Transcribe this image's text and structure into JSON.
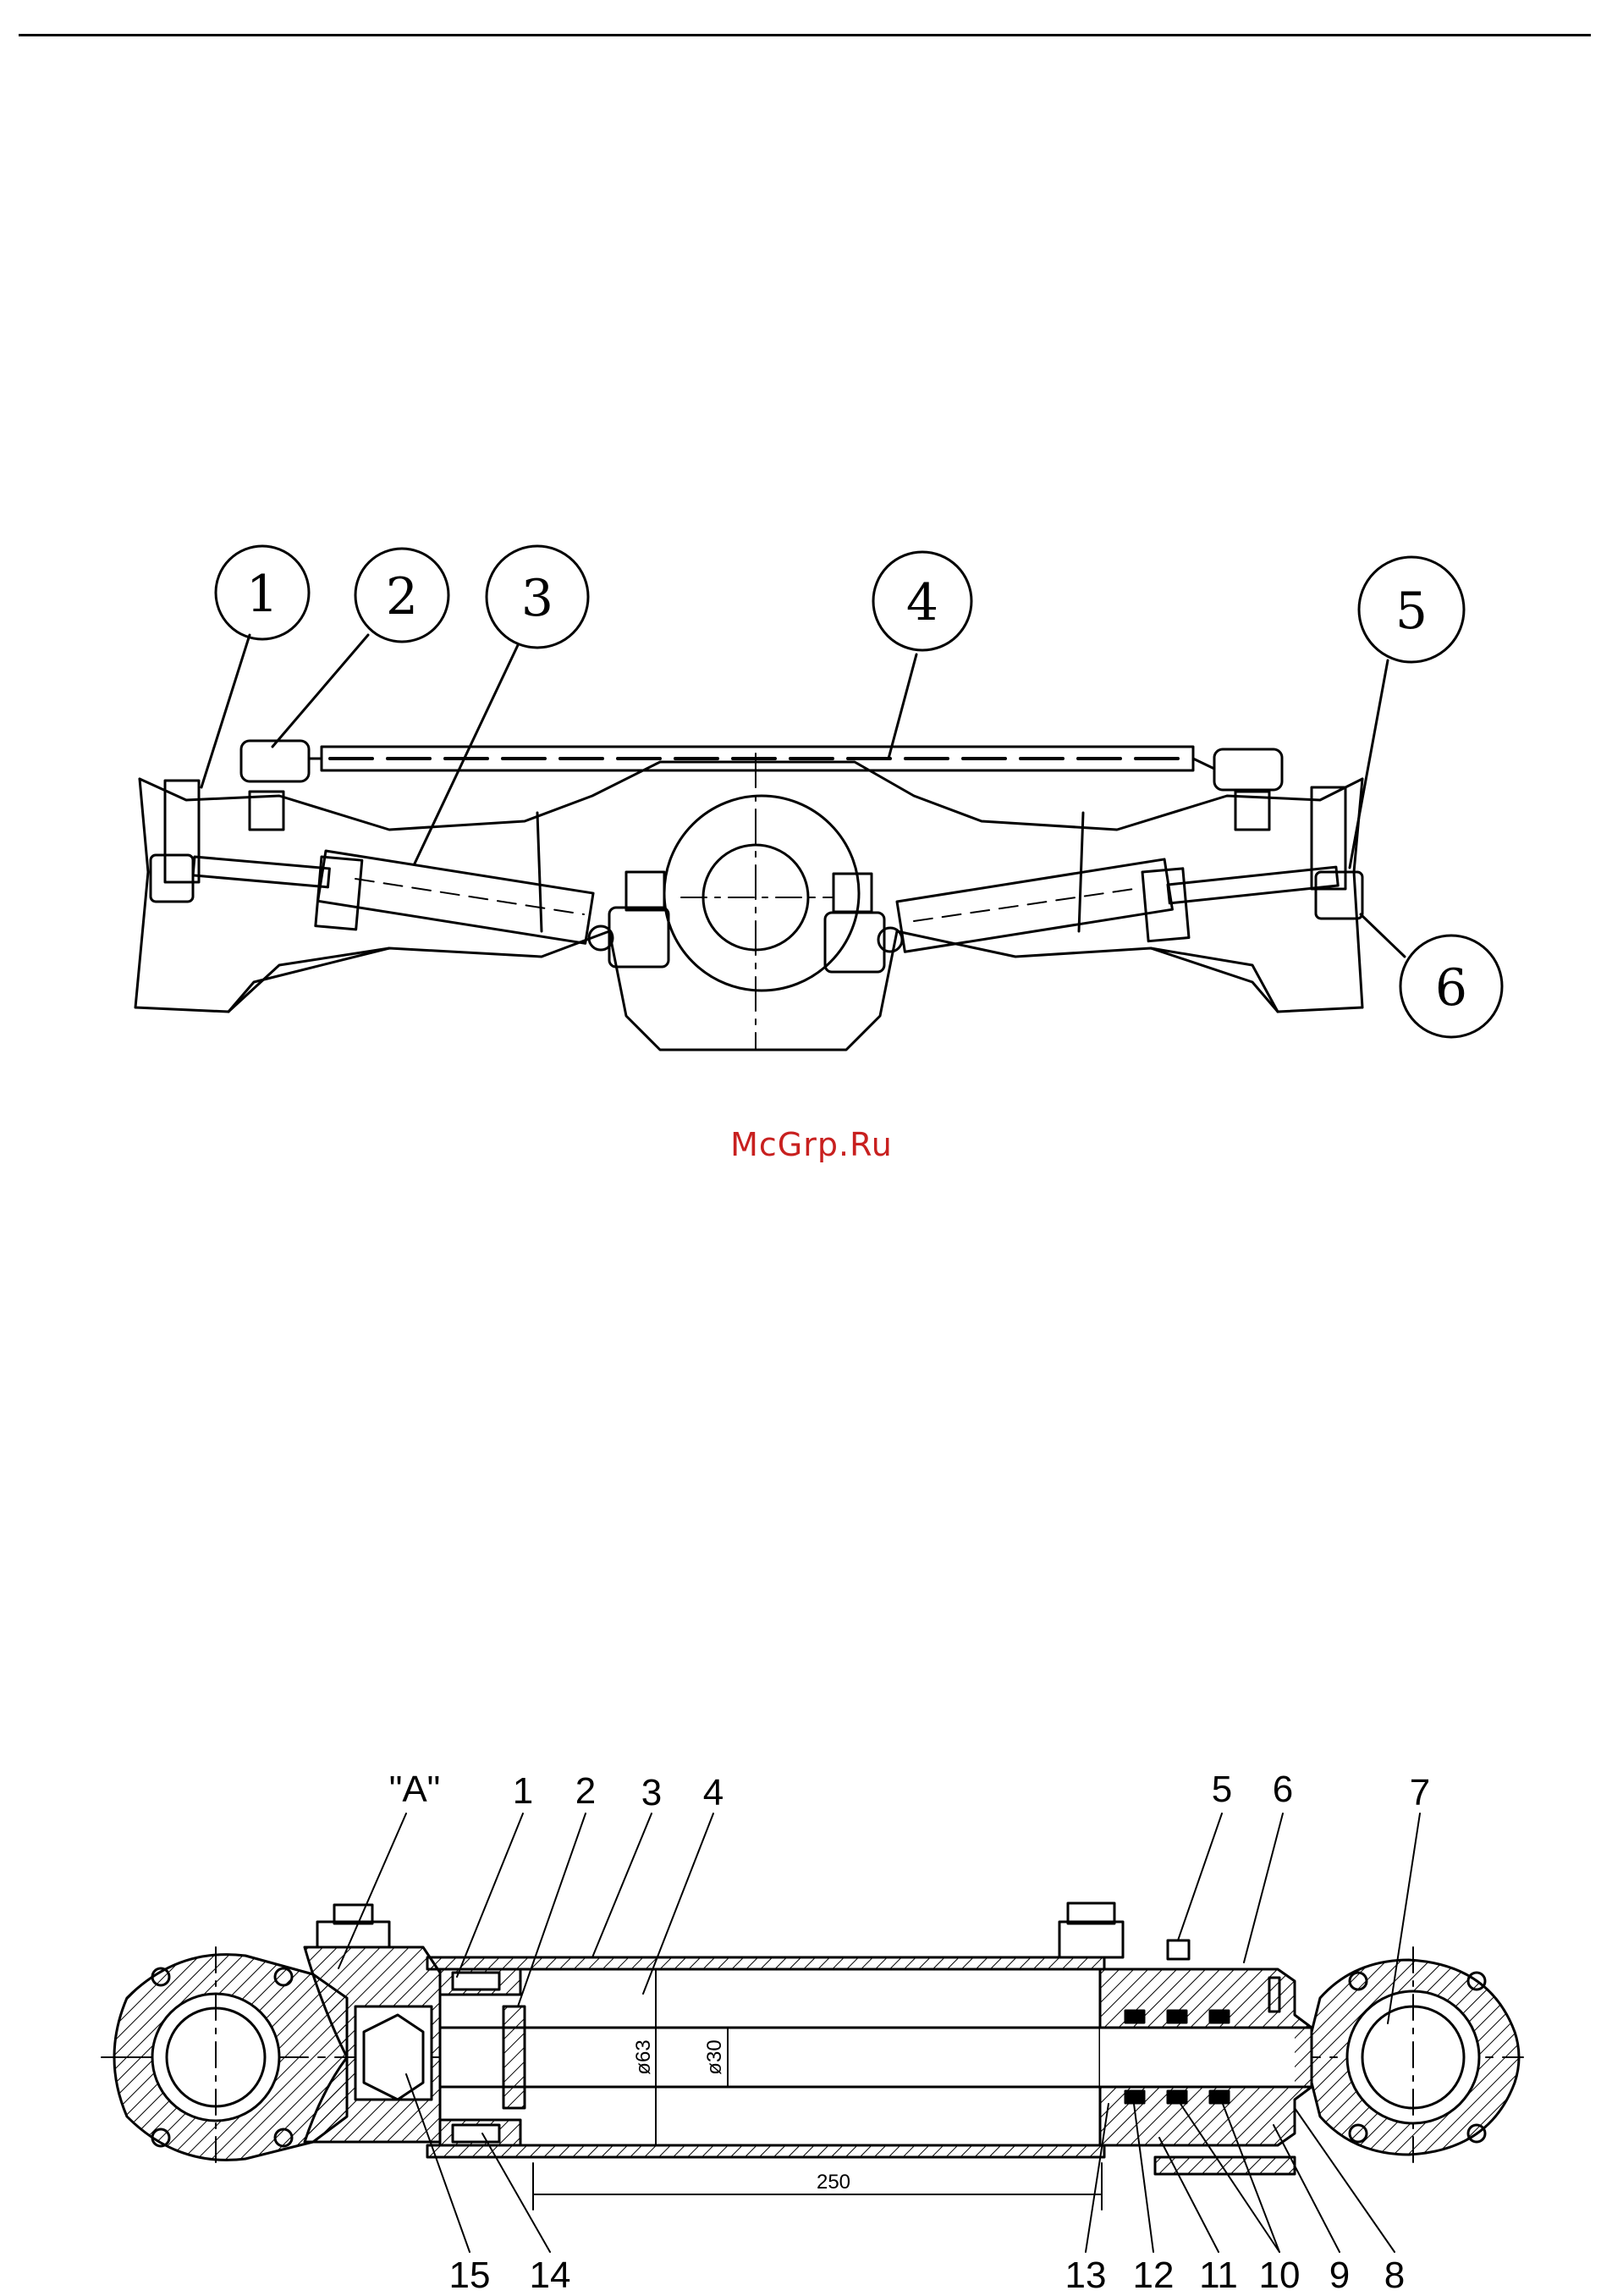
{
  "watermark": "McGrp.Ru",
  "figure1": {
    "callouts": [
      {
        "label": "1"
      },
      {
        "label": "2"
      },
      {
        "label": "3"
      },
      {
        "label": "4"
      },
      {
        "label": "5"
      },
      {
        "label": "6"
      }
    ]
  },
  "figure2": {
    "view_label": "\"A\"",
    "top_labels": [
      "1",
      "2",
      "3",
      "4",
      "5",
      "6",
      "7"
    ],
    "bottom_labels": [
      "15",
      "14",
      "13",
      "12",
      "11",
      "10",
      "9",
      "8"
    ],
    "dimensions": {
      "bore": "ø63",
      "rod": "ø30",
      "length": "250"
    }
  }
}
